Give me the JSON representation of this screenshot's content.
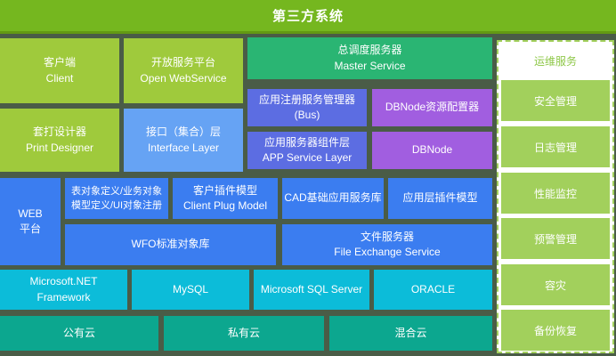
{
  "header": {
    "title": "第三方系统"
  },
  "left": {
    "client": {
      "zh": "客户端",
      "en": "Client"
    },
    "open_webservice": {
      "zh": "开放服务平台",
      "en": "Open WebService"
    },
    "print_designer": {
      "zh": "套打设计器",
      "en": "Print Designer"
    },
    "interface_layer": {
      "zh": "接口（集合）层",
      "en": "Interface Layer"
    }
  },
  "middle": {
    "master_service": {
      "zh": "总调度服务器",
      "en": "Master Service"
    },
    "app_register": {
      "zh": "应用注册服务管理器",
      "en": "(Bus)"
    },
    "dbnode_config": {
      "label": "DBNode资源配置器"
    },
    "app_service_layer": {
      "zh": "应用服务器组件层",
      "en": "APP Service Layer"
    },
    "dbnode": {
      "label": "DBNode"
    }
  },
  "platform": {
    "web_platform": {
      "line1": "WEB",
      "line2": "平台"
    },
    "table_object": {
      "line1": "表对象定义/业务对象",
      "line2": "模型定义/UI对象注册"
    },
    "client_plug": {
      "zh": "客户插件模型",
      "en": "Client Plug Model"
    },
    "cad_lib": {
      "label": "CAD基础应用服务库"
    },
    "app_plug": {
      "label": "应用层插件模型"
    },
    "wfo_lib": {
      "label": "WFO标准对象库"
    },
    "file_exchange": {
      "zh": "文件服务器",
      "en": "File Exchange Service"
    }
  },
  "runtime": {
    "dotnet": "Microsoft.NET Framework",
    "mysql": "MySQL",
    "sqlserver": "Microsoft SQL Server",
    "oracle": "ORACLE"
  },
  "cloud": {
    "public": "公有云",
    "private": "私有云",
    "hybrid": "混合云"
  },
  "ops": {
    "title": "运维服务",
    "items": [
      "安全管理",
      "日志管理",
      "性能监控",
      "预警管理",
      "容灾",
      "备份恢复"
    ]
  },
  "colors": {
    "titlebar": "#75b71f",
    "background": "#4a5c47",
    "yellow_green": "#9fca3c",
    "emerald": "#2ab573",
    "indigo": "#5c6de2",
    "purple": "#a15ee0",
    "sky_blue": "#66a3f4",
    "blue": "#3b7df0",
    "cyan": "#0cbcd9",
    "teal": "#0ca78f",
    "ops_green": "#a2d05c",
    "ops_panel_bg": "#ffffff",
    "ops_title_text": "#8fc849"
  }
}
